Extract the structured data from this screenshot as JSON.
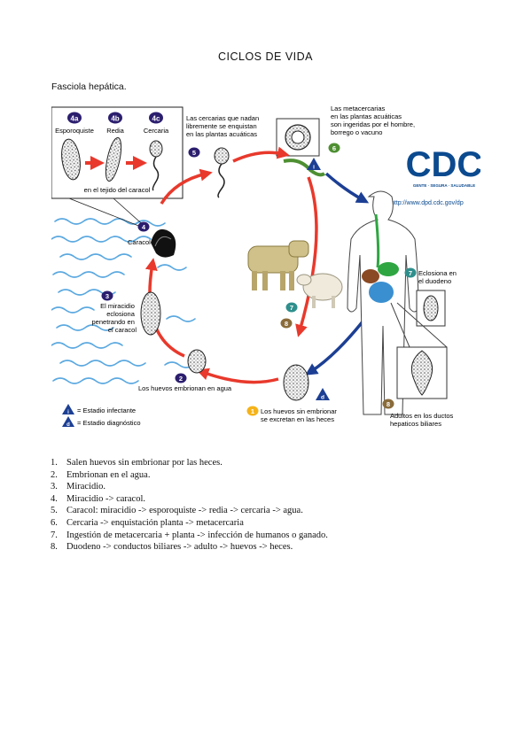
{
  "title": "CICLOS DE VIDA",
  "subtitle": "Fasciola hepática.",
  "figure": {
    "box_labels": {
      "a": "4a",
      "b": "4b",
      "c": "4c"
    },
    "box_captions": {
      "esporoquiste": "Esporoquiste",
      "redia": "Redia",
      "cercaria": "Cercaria"
    },
    "box_footer": "en el tejido del caracol",
    "snail_label": "Caracol",
    "stage_numbers": [
      "1",
      "2",
      "3",
      "4",
      "5",
      "6",
      "7",
      "8"
    ],
    "stage5_text": [
      "Las cercarias que nadan",
      "libremente se enquistan",
      "en las plantas acuáticas"
    ],
    "stage6_text": [
      "Las metacercarias",
      "en las plantas acuáticas",
      "son ingeridas por el hombre,",
      "borrego o vacuno"
    ],
    "stage3_text": [
      "El miracidio",
      "eclosiona",
      "penetrando en",
      "el caracol"
    ],
    "stage2_text": "Los huevos embrionan en agua",
    "stage1_text": [
      "Los huevos sin embrionar",
      "se excretan en las heces"
    ],
    "stage7_text": [
      "Eclosiona en",
      "el duodeno"
    ],
    "stage8_text": [
      "Adultos en los ductos",
      "hepaticos biliares"
    ],
    "legend_infective_symbol": "i",
    "legend_diagnostic_symbol": "d",
    "legend_infective": "= Estadio infectante",
    "legend_diagnostic": "= Estadio diagnóstico",
    "cdc_logo": "CDC",
    "cdc_tagline": "GENTE · SEGURA · SALUDABLE",
    "cdc_url": "http://www.dpd.cdc.gov/dp",
    "colors": {
      "purple": "#2c1e6e",
      "orange": "#f5b31a",
      "teal": "#2f8f8c",
      "brown": "#8a6b3a",
      "green": "#4e8f32",
      "red_arrow": "#e8392c",
      "blue_arrow": "#1c3f94",
      "water": "#5aa8e0",
      "cdc_blue": "#0b4a8f"
    }
  },
  "steps": [
    {
      "num": "1.",
      "text": "Salen huevos sin embrionar por las heces."
    },
    {
      "num": "2.",
      "text": "Embrionan en el agua."
    },
    {
      "num": "3.",
      "text": "Miracidio."
    },
    {
      "num": "4.",
      "text": "Miracidio -> caracol."
    },
    {
      "num": "5.",
      "text": "Caracol: miracidio -> esporoquiste -> redia -> cercaria -> agua."
    },
    {
      "num": "6.",
      "text": "Cercaria -> enquistación planta -> metacercaria"
    },
    {
      "num": "7.",
      "text": "Ingestión de metacercaria + planta -> infección de humanos o ganado."
    },
    {
      "num": "8.",
      "text": "Duodeno -> conductos biliares -> adulto -> huevos -> heces."
    }
  ]
}
